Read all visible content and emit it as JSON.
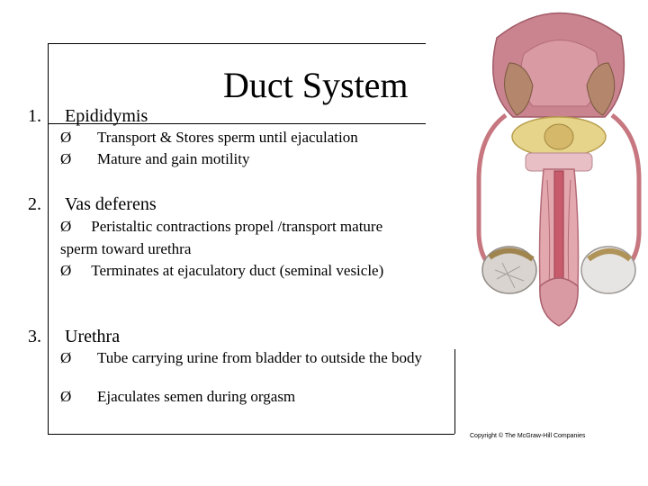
{
  "title": "Duct System",
  "sections": [
    {
      "number": "1.",
      "heading": "Epididymis",
      "bullets": [
        "Transport & Stores sperm until ejaculation",
        "Mature and gain motility"
      ]
    },
    {
      "number": "2.",
      "heading": "Vas deferens",
      "bullets": [
        "Peristaltic contractions propel /transport mature sperm toward urethra",
        "Terminates at ejaculatory duct (seminal vesicle)"
      ]
    },
    {
      "number": "3.",
      "heading": "Urethra",
      "bullets": [
        "Tube carrying urine from bladder to outside the body",
        "Ejaculates semen during orgasm"
      ]
    }
  ],
  "bullet_glyph": "Ø",
  "image": {
    "icon": "male-reproductive-anatomy-illustration"
  },
  "copyright": "Copyright © The McGraw-Hill Companies"
}
